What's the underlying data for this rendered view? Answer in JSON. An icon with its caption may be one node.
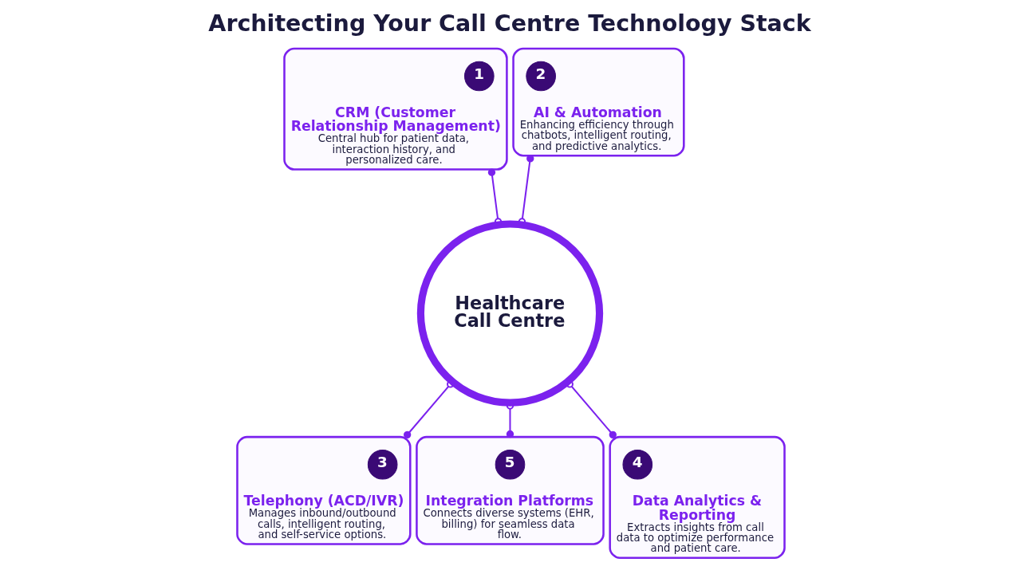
{
  "diagram": {
    "title": "Architecting Your Call Centre Technology Stack",
    "nodes": [
      {
        "text": [
          "Healthcare Call Centre"
        ]
      },
      {
        "text": [
          "CRM (Customer Relationship Management)",
          "Central hub for patient data, interaction history, and personalized care."
        ]
      },
      {
        "text": [
          "1"
        ],
        "in": 1
      },
      {
        "text": [
          "AI & Automation",
          "Enhancing efficiency through chatbots, intelligent routing, and predictive analytics."
        ]
      },
      {
        "text": [
          "2"
        ],
        "in": 3
      },
      {
        "text": [
          "Telephony (ACD/IVR)",
          "Manages inbound/outbound calls, intelligent routing, and self-service options."
        ]
      },
      {
        "text": [
          "3"
        ],
        "in": 5
      },
      {
        "text": [
          "Data Analytics & Reporting",
          "Extracts insights from call data to optimize performance and patient care."
        ]
      },
      {
        "text": [
          "4"
        ],
        "in": 7
      },
      {
        "text": [
          "Integration Platforms",
          "Connects diverse systems (EHR, billing) for seamless data flow."
        ]
      },
      {
        "text": [
          "5"
        ],
        "in": 9
      }
    ],
    "edges": [
      {
        "from": 1,
        "to": 0,
        "arrow": "other"
      },
      {
        "from": 3,
        "to": 0,
        "arrow": "other"
      },
      {
        "from": 0,
        "to": 5,
        "arrow": "other"
      },
      {
        "from": 0,
        "to": 7,
        "arrow": "other"
      },
      {
        "from": 0,
        "to": 9,
        "arrow": "other"
      }
    ]
  }
}
